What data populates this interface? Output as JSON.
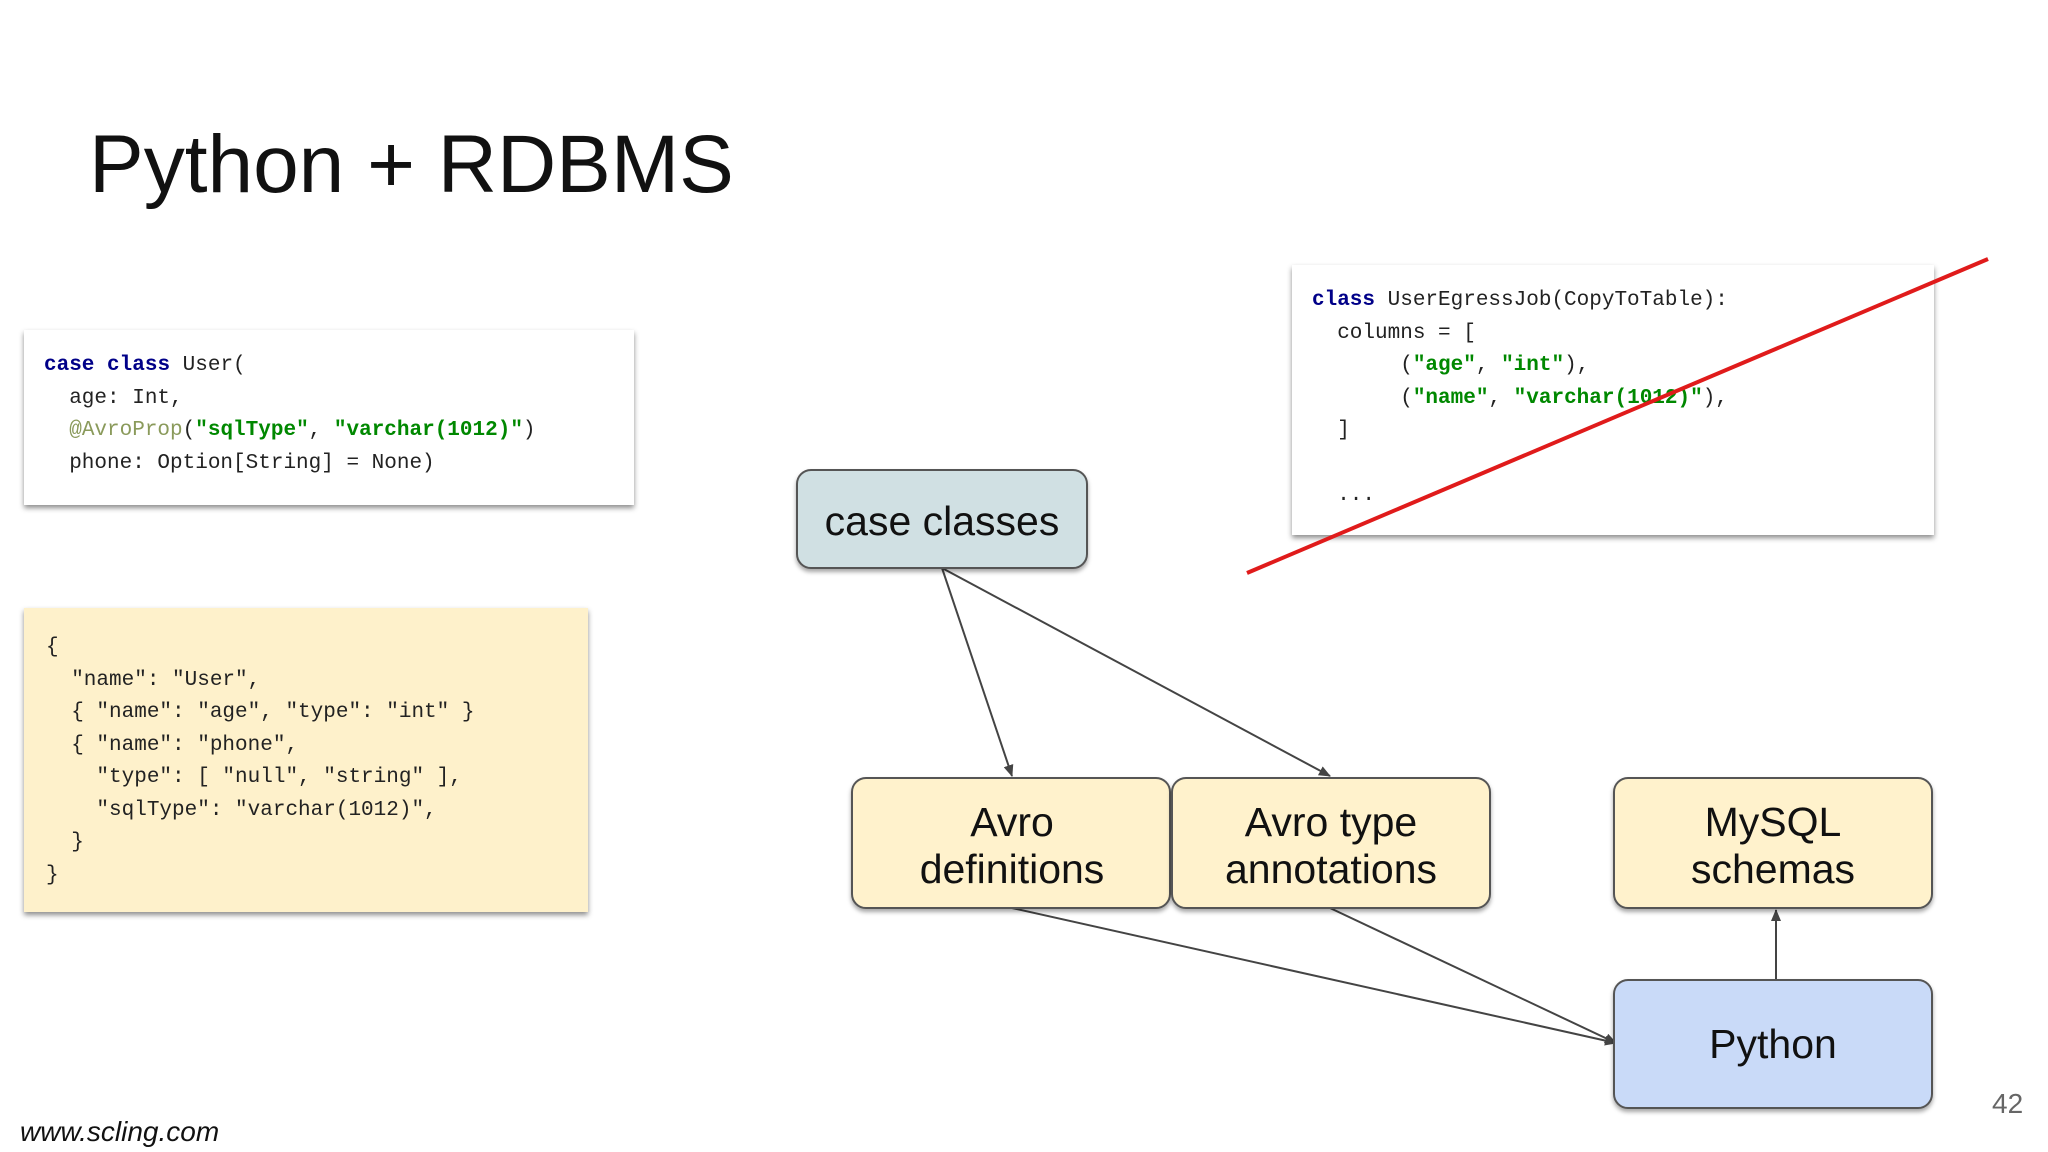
{
  "slide": {
    "title": "Python + RDBMS",
    "footer": "www.scling.com",
    "page_number": "42"
  },
  "scala_code": {
    "line1_kw1": "case",
    "line1_kw2": "class",
    "line1_rest": " User(",
    "line2": "  age: Int,",
    "line3_ann": "@AvroProp",
    "line3_open": "(",
    "line3_str1": "\"sqlType\"",
    "line3_comma": ", ",
    "line3_str2": "\"varchar(1012)\"",
    "line3_close": ")",
    "line4": "  phone: Option[String] = None)"
  },
  "json_code": {
    "lines": [
      "{",
      "  \"name\": \"User\",",
      "  { \"name\": \"age\", \"type\": \"int\" }",
      "  { \"name\": \"phone\",",
      "    \"type\": [ \"null\", \"string\" ],",
      "    \"sqlType\": \"varchar(1012)\",",
      "  }",
      "}"
    ]
  },
  "python_code": {
    "line1_kw": "class",
    "line1_rest": " UserEgressJob(CopyToTable):",
    "line2": "  columns = [",
    "line3_open": "       (",
    "line3_str1": "\"age\"",
    "line3_mid": ", ",
    "line3_str2": "\"int\"",
    "line3_close": "),",
    "line4_open": "       (",
    "line4_str1": "\"name\"",
    "line4_mid": ", ",
    "line4_str2": "\"varchar(1012)\"",
    "line4_close": "),",
    "line5": "  ]",
    "line6": "",
    "line7": "  ..."
  },
  "diagram": {
    "nodes": {
      "case_classes": "case classes",
      "avro_definitions_1": "Avro",
      "avro_definitions_2": "definitions",
      "avro_type_annotations_1": "Avro type",
      "avro_type_annotations_2": "annotations",
      "mysql_schemas_1": "MySQL",
      "mysql_schemas_2": "schemas",
      "python": "Python"
    },
    "edges": [
      [
        "case classes",
        "Avro definitions"
      ],
      [
        "case classes",
        "Avro type annotations"
      ],
      [
        "Avro definitions",
        "Python"
      ],
      [
        "Avro type annotations",
        "Python"
      ],
      [
        "Python",
        "MySQL schemas"
      ]
    ]
  },
  "colors": {
    "case_classes_fill": "#d0e0e3",
    "avro_fill": "#fff2cc",
    "python_fill": "#c9daf8",
    "json_card_fill": "#fef1cb",
    "strike_line": "#e01b1b",
    "keyword": "#000088",
    "string": "#008800",
    "annotation": "#8a9a5b"
  }
}
